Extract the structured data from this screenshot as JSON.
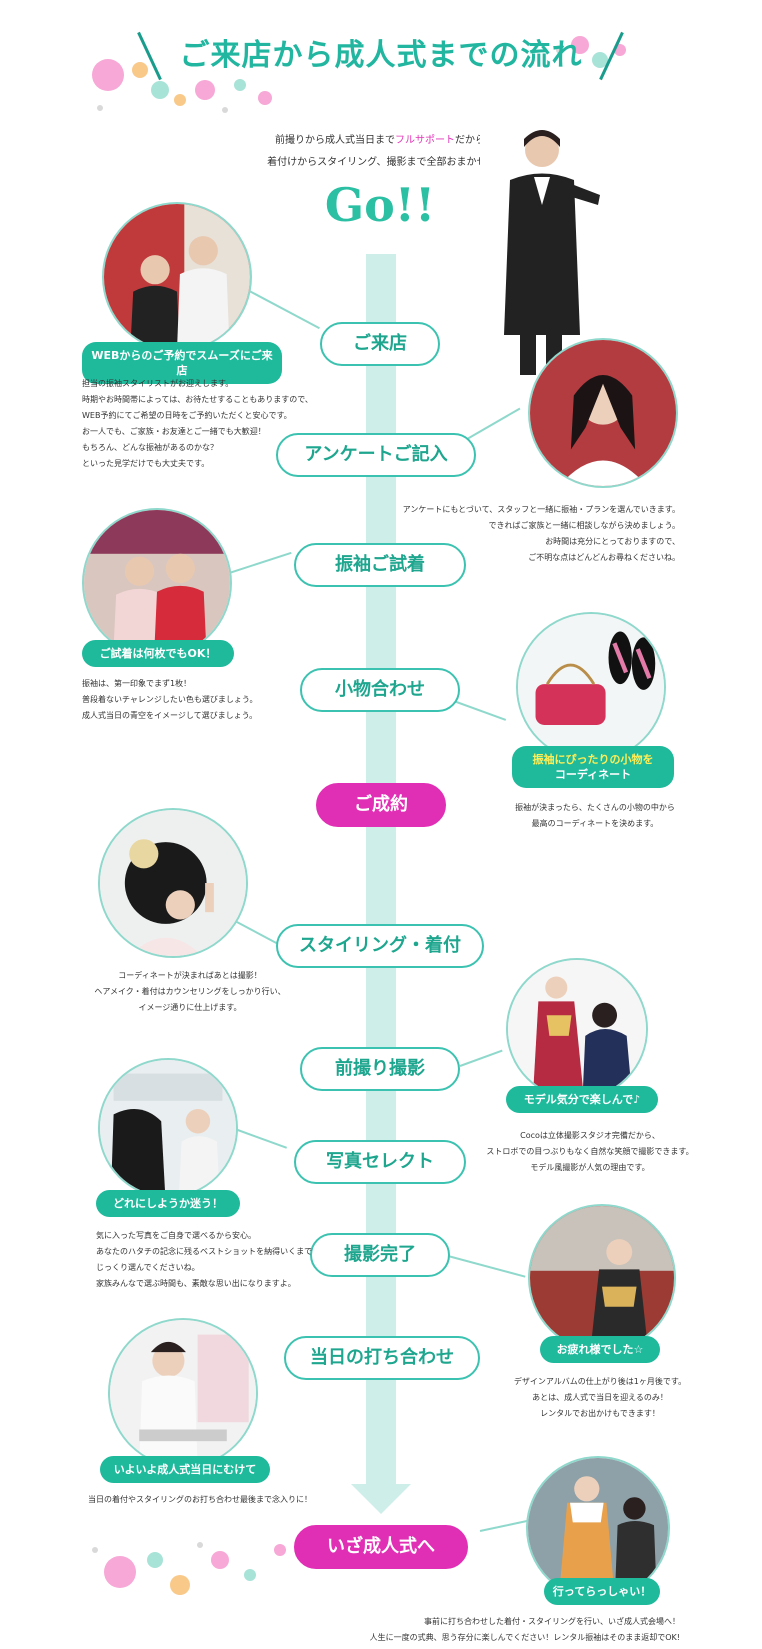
{
  "header": {
    "title": "ご来店から成人式までの流れ"
  },
  "intro": {
    "line1_before": "前撮りから成人式当日まで",
    "line1_highlight": "フルサポート",
    "line1_after": "だから",
    "line2": "着付けからスタイリング、撮影まで全部おまかせ♪"
  },
  "go_label": "Go!!",
  "steps": [
    {
      "label": "ご来店"
    },
    {
      "label": "アンケートご記入"
    },
    {
      "label": "振袖ご試着"
    },
    {
      "label": "小物合わせ"
    },
    {
      "label": "ご成約"
    },
    {
      "label": "スタイリング・着付"
    },
    {
      "label": "前撮り撮影"
    },
    {
      "label": "写真セレクト"
    },
    {
      "label": "撮影完了"
    },
    {
      "label": "当日の打ち合わせ"
    },
    {
      "label": "いざ成人式へ"
    }
  ],
  "pills": {
    "visit": "WEBからのご予約でスムーズにご来店",
    "tryon": "ご試着は何枚でもOK！",
    "accessory_1": "振袖にぴったりの小物を",
    "accessory_2": "コーディネート",
    "model": "モデル気分で楽しんで♪",
    "select": "どれにしようか迷う！",
    "done": "お疲れ様でした☆",
    "meeting": "いよいよ成人式当日にむけて",
    "go": "行ってらっしゃい！"
  },
  "descriptions": {
    "visit": [
      "担当の振袖スタイリストがお迎えします。",
      "時期やお時間帯によっては、お待たせすることもありますので、",
      "WEB予約にてご希望の日時をご予約いただくと安心です。",
      "お一人でも、ご家族・お友達とご一緒でも大歓迎！",
      "もちろん、どんな振袖があるのかな？",
      "といった見学だけでも大丈夫です。"
    ],
    "survey": [
      "アンケートにもとづいて、スタッフと一緒に振袖・プランを選んでいきます。",
      "できればご家族と一緒に相談しながら決めましょう。",
      "お時間は充分にとっておりますので、",
      "ご不明な点はどんどんお尋ねくださいね。"
    ],
    "tryon": [
      "振袖は、第一印象でまず1枚！",
      "普段着ないチャレンジしたい色も選びましょう。",
      "成人式当日の青空をイメージして選びましょう。"
    ],
    "accessory": [
      "振袖が決まったら、たくさんの小物の中から",
      "最高のコーディネートを決めます。"
    ],
    "styling": [
      "コーディネートが決まればあとは撮影！",
      "ヘアメイク・着付はカウンセリングをしっかり行い、",
      "イメージ通りに仕上げます。"
    ],
    "model": [
      "Cocoは立体撮影スタジオ完備だから、",
      "ストロボでの目つぶりもなく自然な笑顔で撮影できます。",
      "モデル風撮影が人気の理由です。"
    ],
    "select": [
      "気に入った写真をご自身で選べるから安心。",
      "あなたのハタチの記念に残るベストショットを納得いくまで",
      "じっくり選んでくださいね。",
      "家族みんなで選ぶ時間も、素敵な思い出になりますよ。"
    ],
    "done": [
      "デザインアルバムの仕上がり後は1ヶ月後です。",
      "あとは、成人式で当日を迎えるのみ！",
      "レンタルでお出かけもできます！"
    ],
    "meeting": [
      "当日の着付やスタイリングのお打ち合わせ最後まで念入りに！"
    ],
    "go": [
      "事前に打ち合わせした着付・スタイリングを行い、いざ成人式会場へ！",
      "人生に一度の式典、思う存分に楽しんでください！レンタル振袖はそのまま返却でOK!"
    ]
  }
}
